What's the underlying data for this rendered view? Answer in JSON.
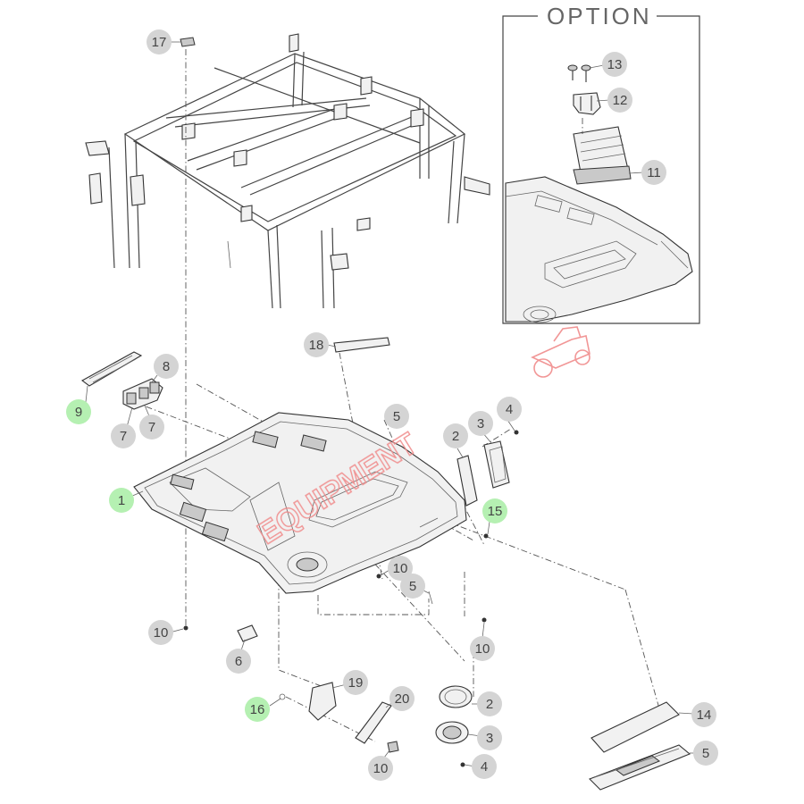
{
  "option_label": "OPTION",
  "colors": {
    "callout_default": "#d4d4d4",
    "callout_highlight": "#b5f0b2",
    "watermark": "#f08b8b"
  },
  "watermark": {
    "text": "EQUIPMENT",
    "icon": "tractor-icon"
  },
  "callouts": [
    {
      "id": "c17",
      "label": "17",
      "highlight": false
    },
    {
      "id": "c13",
      "label": "13",
      "highlight": false
    },
    {
      "id": "c12",
      "label": "12",
      "highlight": false
    },
    {
      "id": "c11",
      "label": "11",
      "highlight": false
    },
    {
      "id": "c18",
      "label": "18",
      "highlight": false
    },
    {
      "id": "c8",
      "label": "8",
      "highlight": false
    },
    {
      "id": "c9",
      "label": "9",
      "highlight": true
    },
    {
      "id": "c7a",
      "label": "7",
      "highlight": false
    },
    {
      "id": "c7b",
      "label": "7",
      "highlight": false
    },
    {
      "id": "c5a",
      "label": "5",
      "highlight": false
    },
    {
      "id": "c3a",
      "label": "3",
      "highlight": false
    },
    {
      "id": "c4a",
      "label": "4",
      "highlight": false
    },
    {
      "id": "c2a",
      "label": "2",
      "highlight": false
    },
    {
      "id": "c1",
      "label": "1",
      "highlight": true
    },
    {
      "id": "c15",
      "label": "15",
      "highlight": true
    },
    {
      "id": "c10a",
      "label": "10",
      "highlight": false
    },
    {
      "id": "c5b",
      "label": "5",
      "highlight": false
    },
    {
      "id": "c10b",
      "label": "10",
      "highlight": false
    },
    {
      "id": "c10c",
      "label": "10",
      "highlight": false
    },
    {
      "id": "c6",
      "label": "6",
      "highlight": false
    },
    {
      "id": "c19",
      "label": "19",
      "highlight": false
    },
    {
      "id": "c20",
      "label": "20",
      "highlight": false
    },
    {
      "id": "c16",
      "label": "16",
      "highlight": true
    },
    {
      "id": "c2b",
      "label": "2",
      "highlight": false
    },
    {
      "id": "c3b",
      "label": "3",
      "highlight": false
    },
    {
      "id": "c4b",
      "label": "4",
      "highlight": false
    },
    {
      "id": "c10d",
      "label": "10",
      "highlight": false
    },
    {
      "id": "c14",
      "label": "14",
      "highlight": false
    },
    {
      "id": "c5c",
      "label": "5",
      "highlight": false
    }
  ]
}
